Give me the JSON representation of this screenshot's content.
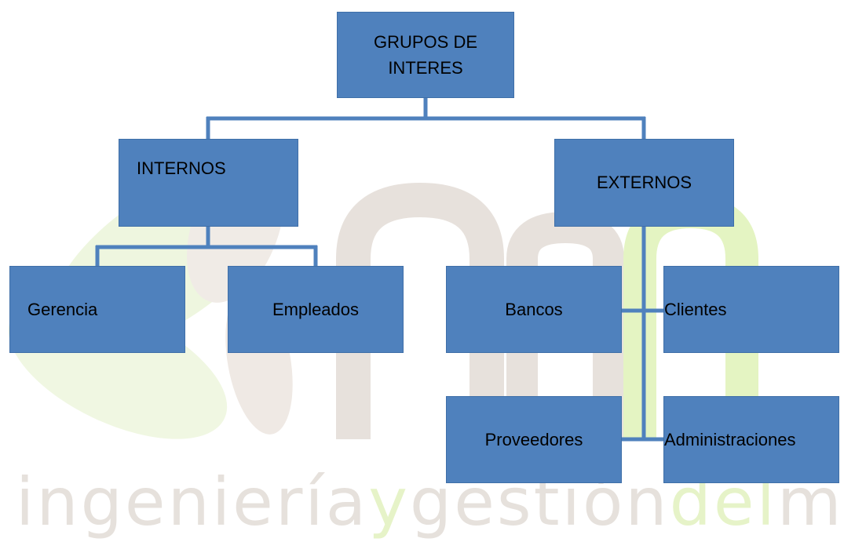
{
  "diagram": {
    "root": {
      "label": "GRUPOS DE INTERES"
    },
    "groups": {
      "internal": {
        "label": "INTERNOS",
        "children": [
          "Gerencia",
          "Empleados"
        ]
      },
      "external": {
        "label": "EXTERNOS",
        "children": [
          "Bancos",
          "Clientes",
          "Proveedores",
          "Administraciones"
        ]
      }
    }
  },
  "watermark": {
    "brand_part1": "ingeniería",
    "brand_part2": "y",
    "brand_part3": "gestión",
    "brand_part4": "del",
    "brand_part5": "medio"
  },
  "colors": {
    "node_fill": "#4f81bd",
    "connector": "#4f81bd",
    "watermark_gray": "#e6e1dc",
    "watermark_green": "#e6f3c8"
  }
}
